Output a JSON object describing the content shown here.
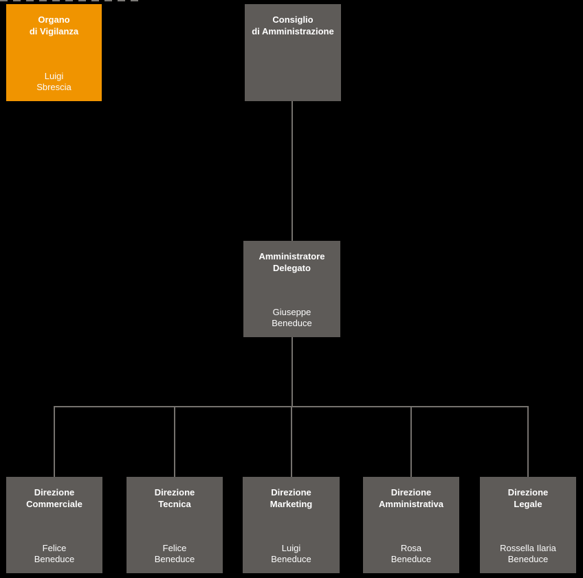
{
  "org_chart": {
    "type": "organizational-chart",
    "language": "it",
    "nodes": [
      {
        "id": "organo-di-vigilanza",
        "title": "Organo\ndi Vigilanza",
        "person": "Luigi\nSbrescia",
        "style": "highlight"
      },
      {
        "id": "consiglio",
        "title": "Consiglio\ndi Amministrazione",
        "person": "",
        "style": "default"
      },
      {
        "id": "amministratore-delegato",
        "title": "Amministratore\nDelegato",
        "person": "Giuseppe\nBeneduce",
        "style": "default"
      },
      {
        "id": "direzione-commerciale",
        "title": "Direzione\nCommerciale",
        "person": "Felice\nBeneduce",
        "style": "default"
      },
      {
        "id": "direzione-tecnica",
        "title": "Direzione\nTecnica",
        "person": "Felice\nBeneduce",
        "style": "default"
      },
      {
        "id": "direzione-marketing",
        "title": "Direzione\nMarketing",
        "person": "Luigi\nBeneduce",
        "style": "default"
      },
      {
        "id": "direzione-amministrativa",
        "title": "Direzione\nAmministrativa",
        "person": "Rosa\nBeneduce",
        "style": "default"
      },
      {
        "id": "direzione-legale",
        "title": "Direzione\nLegale",
        "person": "Rossella Ilaria\nBeneduce",
        "style": "default"
      }
    ],
    "edges": [
      {
        "from": "organo-di-vigilanza",
        "to": "consiglio",
        "style": "dashed"
      },
      {
        "from": "consiglio",
        "to": "amministratore-delegato",
        "style": "solid"
      },
      {
        "from": "amministratore-delegato",
        "to": "direzione-commerciale",
        "style": "solid"
      },
      {
        "from": "amministratore-delegato",
        "to": "direzione-tecnica",
        "style": "solid"
      },
      {
        "from": "amministratore-delegato",
        "to": "direzione-marketing",
        "style": "solid"
      },
      {
        "from": "amministratore-delegato",
        "to": "direzione-amministrativa",
        "style": "solid"
      },
      {
        "from": "amministratore-delegato",
        "to": "direzione-legale",
        "style": "solid"
      }
    ],
    "colors": {
      "background": "#000000",
      "node_fill": "#5E5B58",
      "highlight_fill": "#F09400",
      "connector": "#75726E",
      "dashed_connector": "#7D7B78",
      "text": "#FFFFFF"
    }
  }
}
